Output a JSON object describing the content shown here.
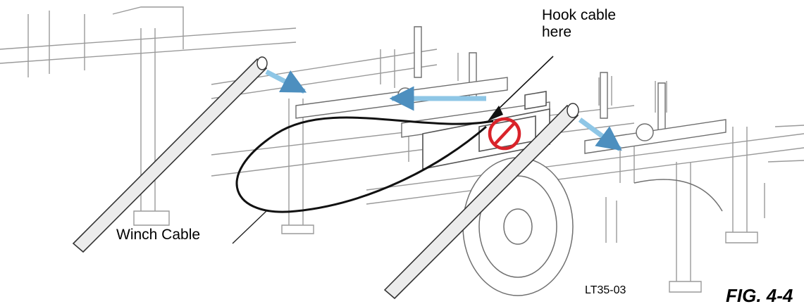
{
  "labels": {
    "hook_line1": "Hook cable",
    "hook_line2": "here",
    "winch": "Winch Cable",
    "code": "LT35-03",
    "figure": "FIG. 4-4"
  },
  "colors": {
    "arrow": "#8ec6e6",
    "prohibit": "#d9232a",
    "line": "#222222",
    "frame": "#9a9a9a",
    "ramp_fill": "#ececec"
  },
  "icons": {
    "prohibit": "no-hook-prohibit-icon",
    "arrow": "placement-arrow-icon"
  }
}
